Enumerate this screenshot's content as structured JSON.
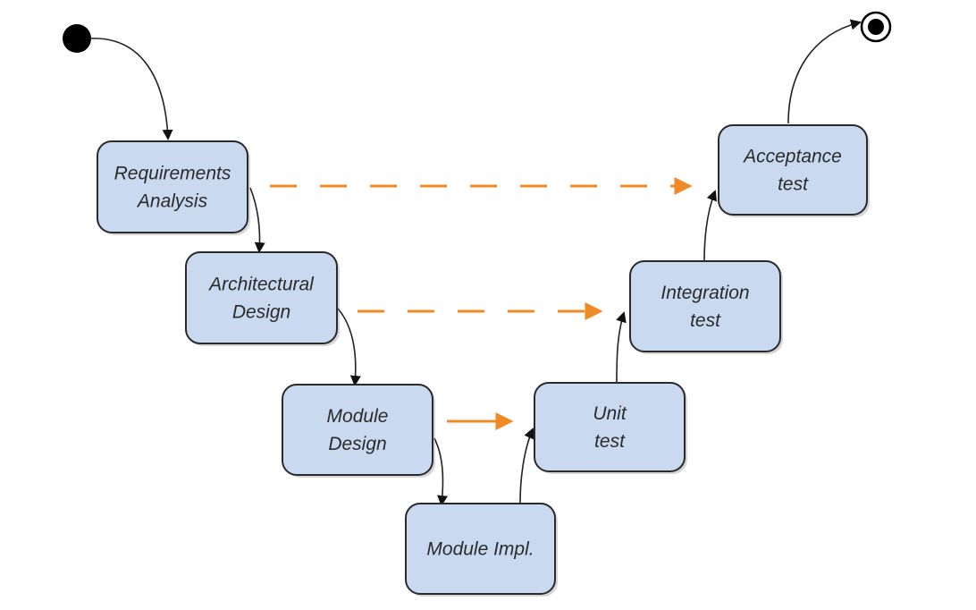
{
  "diagram": {
    "nodes": [
      {
        "id": "requirements",
        "lines": [
          "Requirements",
          "Analysis"
        ]
      },
      {
        "id": "architectural",
        "lines": [
          "Architectural",
          "Design"
        ]
      },
      {
        "id": "module-design",
        "lines": [
          "Module",
          "Design"
        ]
      },
      {
        "id": "module-impl",
        "lines": [
          "Module Impl."
        ]
      },
      {
        "id": "unit-test",
        "lines": [
          "Unit",
          "test"
        ]
      },
      {
        "id": "integration-test",
        "lines": [
          "Integration",
          "test"
        ]
      },
      {
        "id": "acceptance-test",
        "lines": [
          "Acceptance",
          "test"
        ]
      }
    ],
    "flow_edges": [
      {
        "from": "start",
        "to": "requirements"
      },
      {
        "from": "requirements",
        "to": "architectural"
      },
      {
        "from": "architectural",
        "to": "module-design"
      },
      {
        "from": "module-design",
        "to": "module-impl"
      },
      {
        "from": "module-impl",
        "to": "unit-test"
      },
      {
        "from": "unit-test",
        "to": "integration-test"
      },
      {
        "from": "integration-test",
        "to": "acceptance-test"
      },
      {
        "from": "acceptance-test",
        "to": "end"
      }
    ],
    "trace_edges": [
      {
        "from": "requirements",
        "to": "acceptance-test",
        "style": "dashed"
      },
      {
        "from": "architectural",
        "to": "integration-test",
        "style": "dashed"
      },
      {
        "from": "module-design",
        "to": "unit-test",
        "style": "solid"
      }
    ],
    "colors": {
      "node_fill": "#c9d9f0",
      "node_stroke": "#2a2a2a",
      "flow_arrow": "#222222",
      "trace_arrow": "#ef8a24"
    }
  }
}
